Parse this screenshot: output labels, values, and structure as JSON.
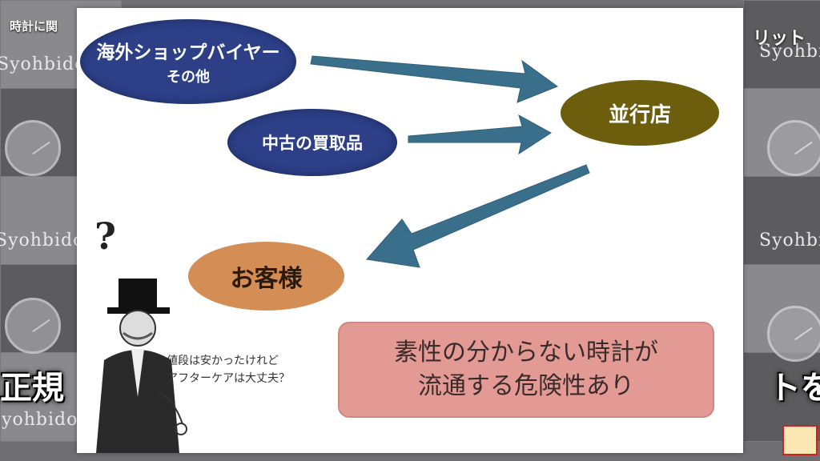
{
  "video": {
    "channel_title": "時計に関",
    "side_word": "リット",
    "brand": "Syohbido",
    "subtitle_left": "正規",
    "subtitle_right": "トを"
  },
  "slide": {
    "overseas_line1": "海外ショップバイヤー",
    "overseas_line2": "その他",
    "used_goods": "中古の買取品",
    "parallel_shop": "並行店",
    "customer": "お客様",
    "question_mark": "?",
    "speech_line1": "値段は安かったけれど",
    "speech_line2": "アフターケアは大丈夫？",
    "warning_line1": "素性の分からない時計が",
    "warning_line2": "流通する危険性あり"
  },
  "colors": {
    "blue_oval": "#2c3f87",
    "olive_oval": "#6c5e0d",
    "tan_oval": "#d38d55",
    "arrow": "#3a6f8c",
    "warning_box": "#e39a95"
  }
}
